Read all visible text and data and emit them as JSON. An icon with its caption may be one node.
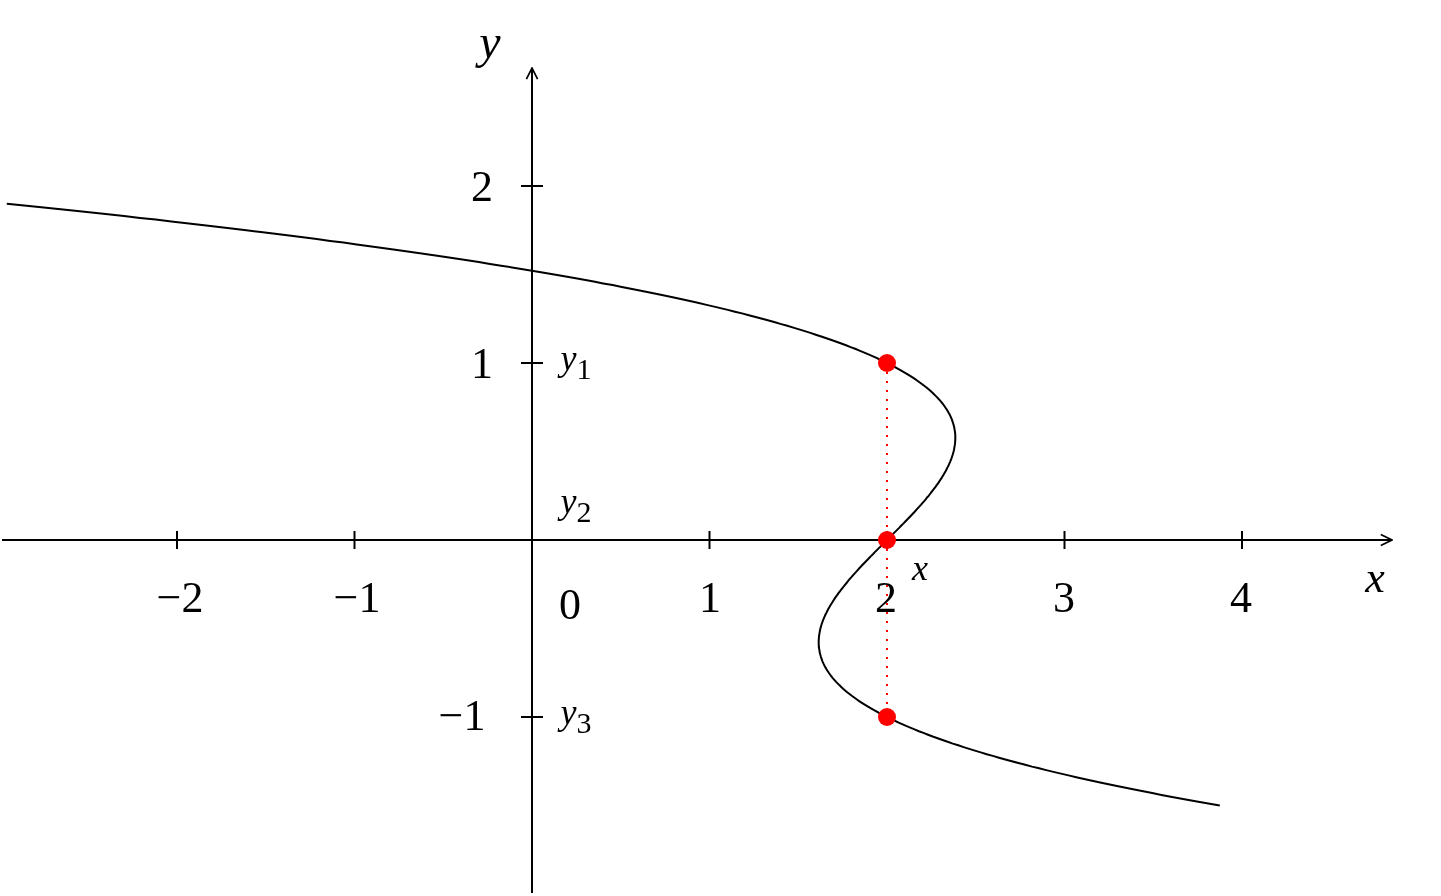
{
  "diagram": {
    "nodes": [
      {
        "text": [],
        "shape": "circle"
      },
      {
        "text": [],
        "shape": "circle"
      },
      {
        "text": [],
        "shape": "circle"
      }
    ],
    "edges": [
      {
        "from": 0,
        "to": 1,
        "arrow": "none",
        "style": "dashed",
        "color": "#ff0000"
      },
      {
        "from": 1,
        "to": 2,
        "arrow": "none",
        "style": "dashed",
        "color": "#ff0000"
      }
    ],
    "labels": [
      "y",
      "2",
      "1",
      "*y*$_{1}$",
      "*y*$_{2}$",
      "x",
      "x",
      "−2",
      "−1",
      "0",
      "1",
      "2",
      "3",
      "4",
      "−1",
      "*y*$_{3}$"
    ]
  }
}
